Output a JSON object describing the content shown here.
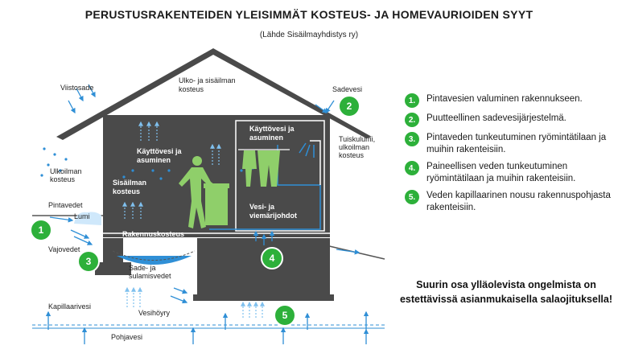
{
  "header": {
    "title": "PERUSTUSRAKENTEIDEN YLEISIMMÄT KOSTEUS- JA HOMEVAURIOIDEN SYYT",
    "subtitle": "(Lähde Sisäilmayhdistys ry)"
  },
  "diagram": {
    "labels": {
      "viistosade": "Viistosade",
      "ulko_sisa_1": "Ulko- ja sisäilman",
      "ulko_sisa_2": "kosteus",
      "sadevesi": "Sadevesi",
      "tuisku_1": "Tuiskulumi,",
      "tuisku_2": "ulkoilman",
      "tuisku_3": "kosteus",
      "ulkoilman_1": "Ulkoilman",
      "ulkoilman_2": "kosteus",
      "pintavedet": "Pintavedet",
      "lumi": "Lumi",
      "vajovedet": "Vajovedet",
      "kayttovesi_left_1": "Käyttövesi ja",
      "kayttovesi_left_2": "asuminen",
      "sisailman_1": "Sisäilman",
      "sisailman_2": "kosteus",
      "kayttovesi_right_1": "Käyttövesi ja",
      "kayttovesi_right_2": "asuminen",
      "vesi_1": "Vesi- ja",
      "vesi_2": "viemärijohdot",
      "rakennuskosteus": "Rakennuskosteus",
      "sade_1": "Sade- ja",
      "sade_2": "sulamisvedet",
      "kapillaarivesi": "Kapillaarivesi",
      "vesihoyry": "Vesihöyry",
      "pohjavesi": "Pohjavesi"
    },
    "markers": [
      "1",
      "2",
      "3",
      "4",
      "5"
    ]
  },
  "legend": [
    {
      "num": "1.",
      "text": "Pintavesien valuminen rakennukseen."
    },
    {
      "num": "2.",
      "text": "Puutteellinen sadevesijärjestelmä."
    },
    {
      "num": "3.",
      "text": "Pintaveden tunkeutuminen ryömintätilaan ja muihin rakenteisiin."
    },
    {
      "num": "4.",
      "text": "Paineellisen veden tunkeutuminen ryömintätilaan ja muihin rakenteisiin."
    },
    {
      "num": "5.",
      "text": "Veden kapillaarinen nousu rakennuspohjasta rakenteisiin."
    }
  ],
  "footer": {
    "note": "Suurin osa ylläolevista ongelmista on estettävissä asianmukaisella salaojituksella!"
  },
  "colors": {
    "green": "#2db03a",
    "house": "#4a4a4a",
    "blue": "#2f8fd6",
    "figure": "#8fcf6a"
  }
}
